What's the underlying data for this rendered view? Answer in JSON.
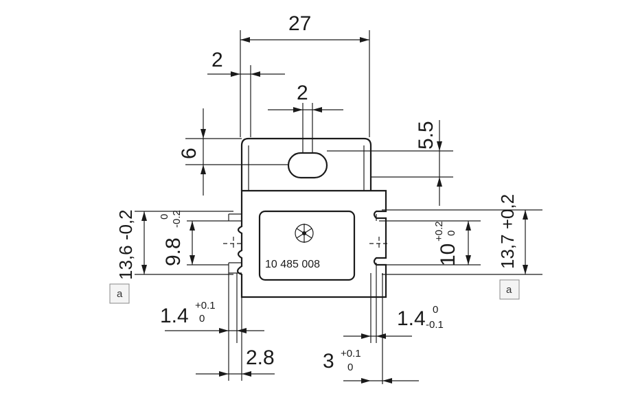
{
  "dimensions": {
    "width_27": "27",
    "flange_2": "2",
    "hole_2": "2",
    "height_6": "6",
    "offset_5_5": "5.5",
    "left_13_6": "13,6 -0,2",
    "left_9_8": "9.8",
    "left_9_8_tol_upper": "0",
    "left_9_8_tol_lower": "-0.2",
    "right_10": "10",
    "right_10_tol_upper": "+0.2",
    "right_10_tol_lower": "0",
    "right_13_7": "13,7 +0,2",
    "bottom_1_4_left": "1.4",
    "bottom_1_4_left_tol_upper": "+0.1",
    "bottom_1_4_left_tol_lower": "0",
    "bottom_2_8": "2.8",
    "bottom_1_4_right": "1.4",
    "bottom_1_4_right_tol_upper": "0",
    "bottom_1_4_right_tol_lower": "-0.1",
    "bottom_3": "3",
    "bottom_3_tol_upper": "+0.1",
    "bottom_3_tol_lower": "0"
  },
  "part_marking": "10 485 008",
  "section_tags": {
    "left": "a",
    "right": "a"
  },
  "colors": {
    "line": "#1a1a1a",
    "background": "#ffffff"
  }
}
